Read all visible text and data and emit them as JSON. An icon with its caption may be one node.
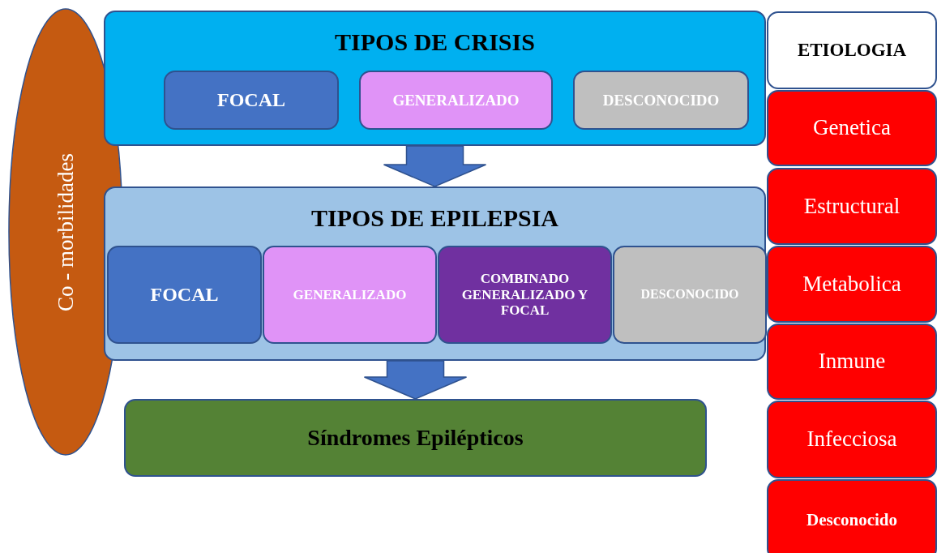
{
  "diagram": {
    "nodes": [
      {
        "text": [
          "Co - morbilidades"
        ]
      },
      {
        "text": [
          "TIPOS DE CRISIS"
        ]
      },
      {
        "text": [
          "FOCAL"
        ],
        "in": 1
      },
      {
        "text": [
          "GENERALIZADO"
        ],
        "in": 1
      },
      {
        "text": [
          "DESCONOCIDO"
        ],
        "in": 1
      },
      {
        "text": [
          "TIPOS DE EPILEPSIA"
        ]
      },
      {
        "text": [
          "FOCAL"
        ],
        "in": 5
      },
      {
        "text": [
          "GENERALIZADO"
        ],
        "in": 5
      },
      {
        "text": [
          "COMBINADO GENERALIZADO Y FOCAL"
        ],
        "in": 5
      },
      {
        "text": [
          "DESCONOCIDO"
        ],
        "in": 5
      },
      {
        "text": [
          "Síndromes Epilépticos"
        ]
      },
      {
        "text": [
          "ETIOLOGIA"
        ]
      },
      {
        "text": [
          "Genetica"
        ]
      },
      {
        "text": [
          "Estructural"
        ]
      },
      {
        "text": [
          "Metabolica"
        ]
      },
      {
        "text": [
          "Inmune"
        ]
      },
      {
        "text": [
          "Infecciosa"
        ]
      },
      {
        "text": [
          "Desconocido"
        ]
      }
    ],
    "edges": [
      {
        "from": 1,
        "to": 5,
        "arrow": "to",
        "style": "thick"
      },
      {
        "from": 5,
        "to": 10,
        "arrow": "to",
        "style": "thick"
      }
    ]
  }
}
